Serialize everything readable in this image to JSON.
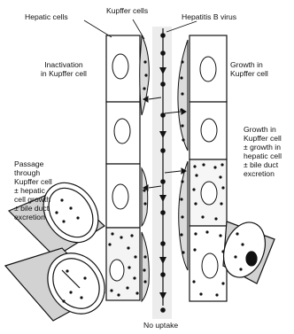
{
  "labels": {
    "hepatic_cells": "Hepatic cells",
    "kupffer_cells": "Kupffer cells",
    "hepatitis_b_virus": "Hepatitis B virus",
    "inactivation": "Inactivation\nin Kupffer cell",
    "growth_in_kupffer": "Growth in\nKupffer cell",
    "growth_hepatic": "Growth in\nKupffer cell\n± growth in\nhepatic cell\n± bile duct\nexcretion",
    "passage": "Passage\nthrough\nKupffer cell\n± hepatic\ncell growth\n± bile duct\nexcretion",
    "no_uptake": "No uptake"
  },
  "colors": {
    "ink": "#111111",
    "sinusoid_shade": "#c8c8c8",
    "kupffer_fill": "#dcdcdc",
    "duct_fill": "#d2d2d2"
  }
}
